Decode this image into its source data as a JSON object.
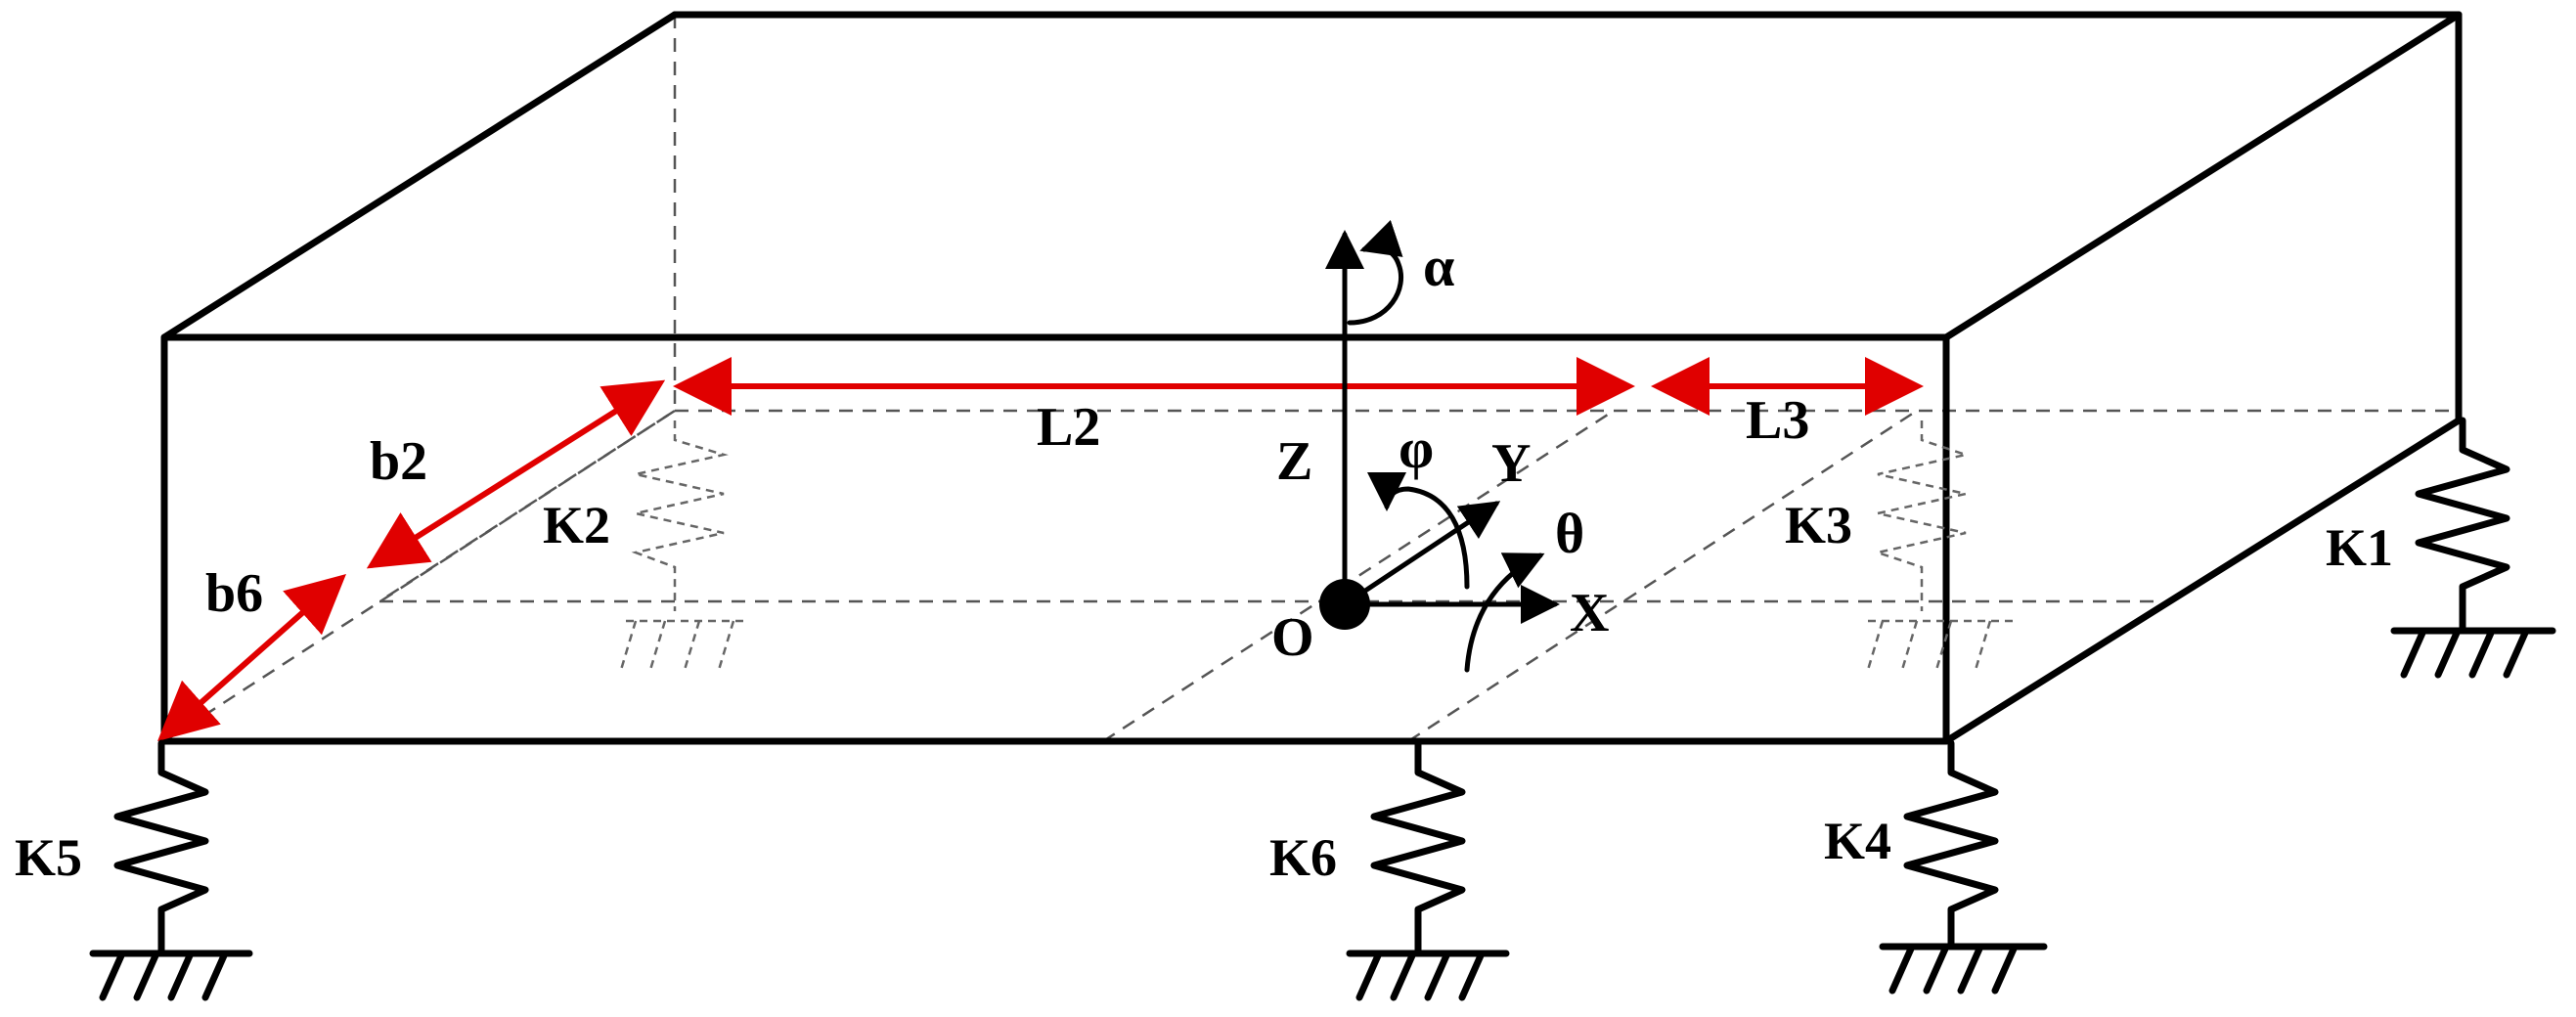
{
  "labels": {
    "alpha": "α",
    "phi": "φ",
    "theta": "θ",
    "z_axis": "Z",
    "y_axis": "Y",
    "x_axis": "X",
    "origin": "O",
    "L2": "L2",
    "L3": "L3",
    "b2": "b2",
    "b6": "b6",
    "K1": "K1",
    "K2": "K2",
    "K3": "K3",
    "K4": "K4",
    "K5": "K5",
    "K6": "K6"
  },
  "colors": {
    "dimension": "#e00000",
    "structure": "#000000",
    "hidden": "#555555"
  }
}
